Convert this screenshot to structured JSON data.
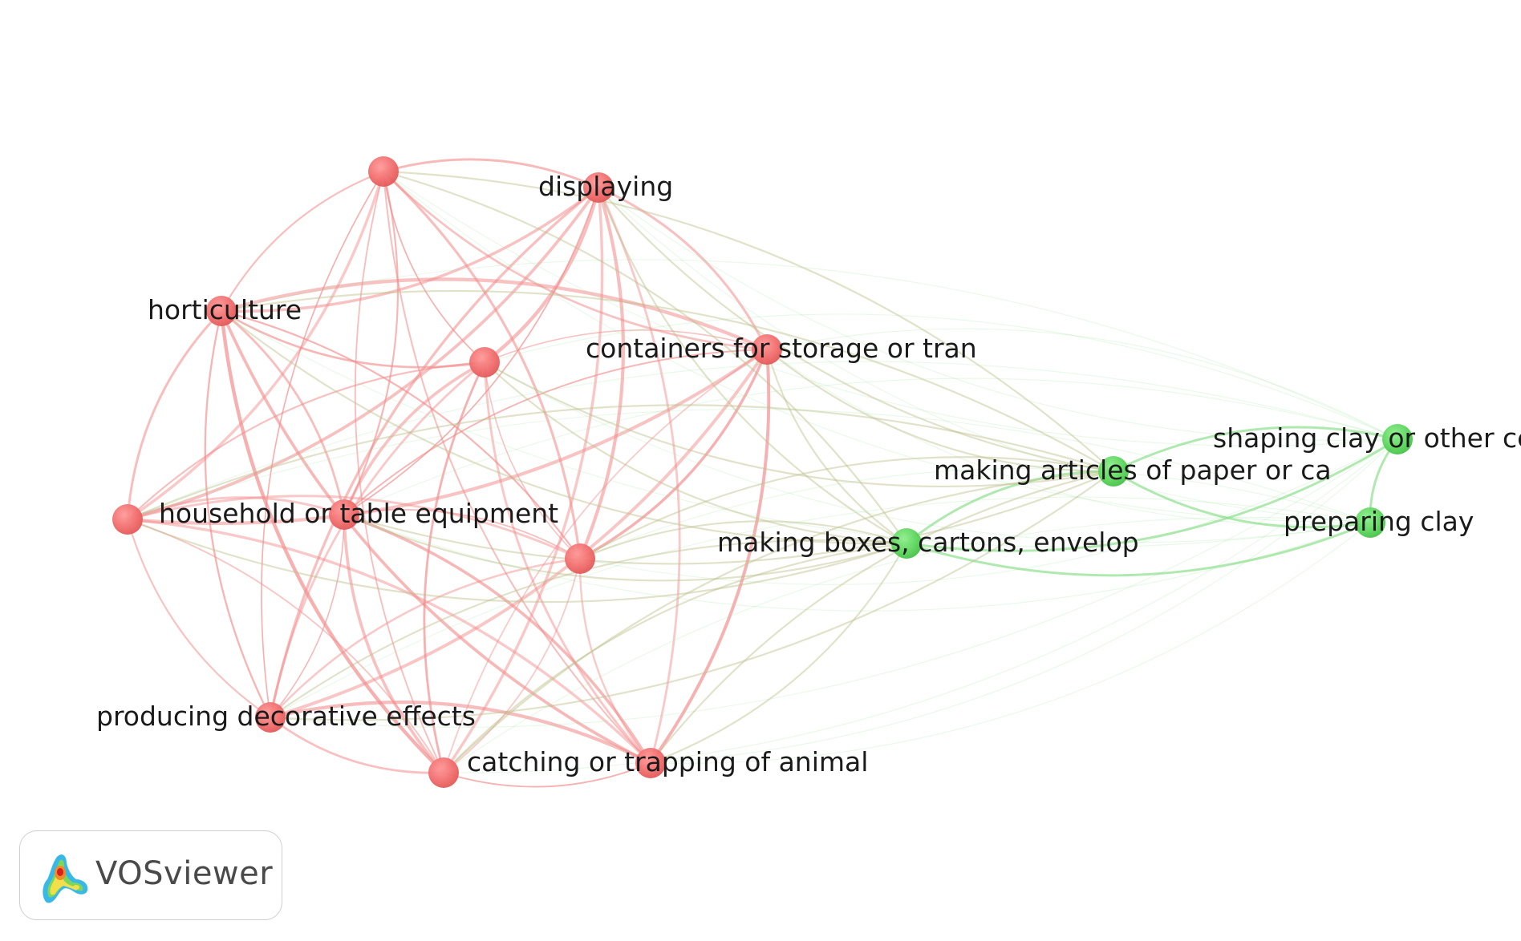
{
  "colors": {
    "cluster_red": "#f06a6a",
    "cluster_green": "#5ad45a",
    "edge_red": "#f28b8b",
    "edge_green": "#8fe08f",
    "edge_mixed": "#bdbf8a"
  },
  "logo": {
    "text": "VOSviewer",
    "icon": "vosviewer-heatmap-icon"
  },
  "nodes": [
    {
      "id": "n_top",
      "label": "",
      "cluster": "red"
    },
    {
      "id": "displaying",
      "label": "displaying",
      "cluster": "red"
    },
    {
      "id": "horticulture",
      "label": "horticulture",
      "cluster": "red"
    },
    {
      "id": "n_mid",
      "label": "",
      "cluster": "red"
    },
    {
      "id": "containers",
      "label": "containers for storage or tran",
      "cluster": "red"
    },
    {
      "id": "n_left",
      "label": "",
      "cluster": "red"
    },
    {
      "id": "household",
      "label": "household or table equipment",
      "cluster": "red"
    },
    {
      "id": "n_center",
      "label": "",
      "cluster": "red"
    },
    {
      "id": "decorative",
      "label": "producing decorative effects",
      "cluster": "red"
    },
    {
      "id": "n_bottom",
      "label": "",
      "cluster": "red"
    },
    {
      "id": "trapping",
      "label": "catching or trapping of animal",
      "cluster": "red"
    },
    {
      "id": "boxes",
      "label": "making boxes, cartons, envelop",
      "cluster": "green"
    },
    {
      "id": "paper",
      "label": "making articles of paper or ca",
      "cluster": "green"
    },
    {
      "id": "shaping",
      "label": "shaping clay or other cera",
      "cluster": "green"
    },
    {
      "id": "clay",
      "label": "preparing clay",
      "cluster": "green"
    }
  ]
}
